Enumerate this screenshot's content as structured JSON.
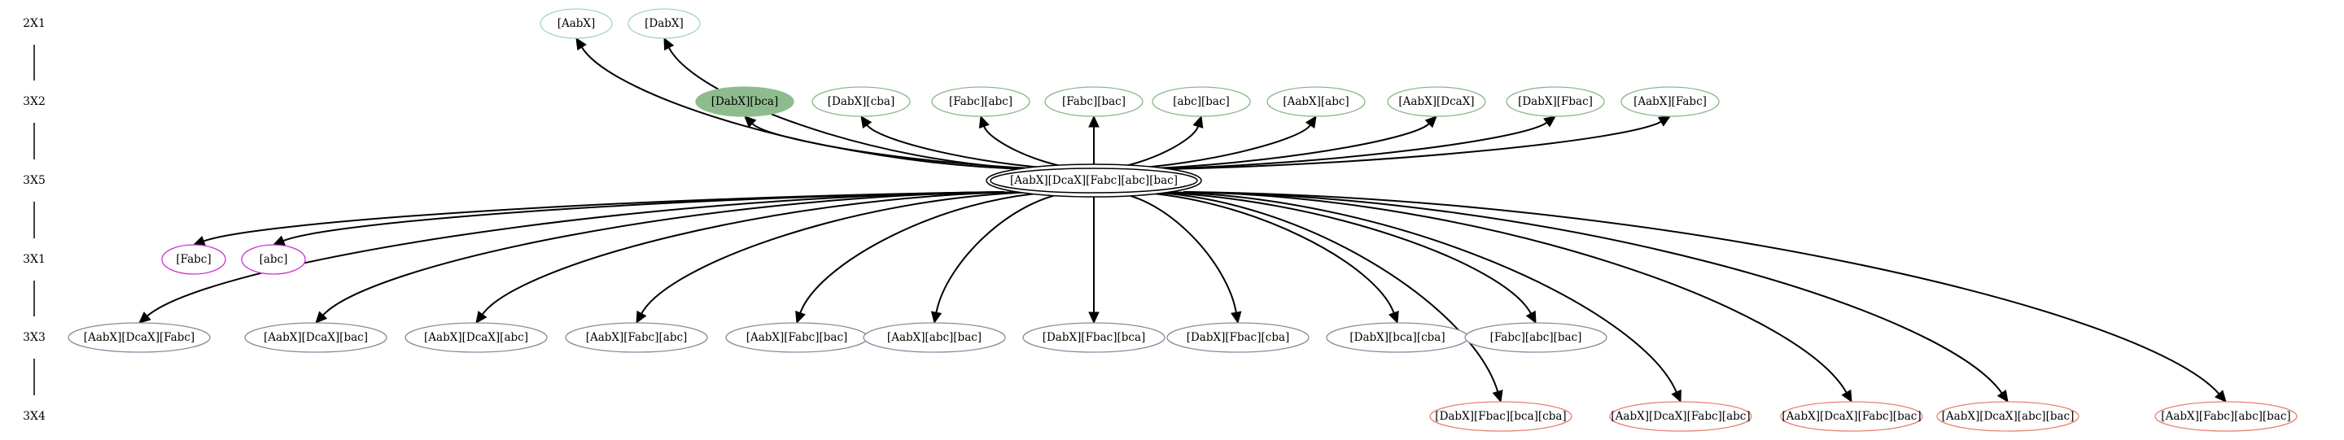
{
  "colors": {
    "rank2X1": "#9fd4d0",
    "rank3X2": "#8ab98a",
    "rank3X2_fill": "#8fbc8f",
    "rank3X1": "#cc33cc",
    "rank3X3": "#8a8aa0",
    "rank3X4": "#e8826e",
    "center": "#000000"
  },
  "rank_labels": [
    "2X1",
    "3X2",
    "3X5",
    "3X1",
    "3X3",
    "3X4"
  ],
  "center": {
    "id": "center",
    "label": "[AabX][DcaX][Fabc][abc][bac]"
  },
  "ranks": [
    {
      "rank": "2X1",
      "color_key": "rank2X1",
      "nodes": [
        {
          "id": "n2x1_0",
          "label": "[AabX]"
        },
        {
          "id": "n2x1_1",
          "label": "[DabX]"
        }
      ]
    },
    {
      "rank": "3X2",
      "color_key": "rank3X2",
      "nodes": [
        {
          "id": "n3x2_0",
          "label": "[DabX][bca]",
          "filled": true
        },
        {
          "id": "n3x2_1",
          "label": "[DabX][cba]"
        },
        {
          "id": "n3x2_2",
          "label": "[Fabc][abc]"
        },
        {
          "id": "n3x2_3",
          "label": "[Fabc][bac]"
        },
        {
          "id": "n3x2_4",
          "label": "[abc][bac]"
        },
        {
          "id": "n3x2_5",
          "label": "[AabX][abc]"
        },
        {
          "id": "n3x2_6",
          "label": "[AabX][DcaX]"
        },
        {
          "id": "n3x2_7",
          "label": "[DabX][Fbac]"
        },
        {
          "id": "n3x2_8",
          "label": "[AabX][Fabc]"
        }
      ]
    },
    {
      "rank": "3X1",
      "color_key": "rank3X1",
      "nodes": [
        {
          "id": "n3x1_0",
          "label": "[Fabc]"
        },
        {
          "id": "n3x1_1",
          "label": "[abc]"
        }
      ]
    },
    {
      "rank": "3X3",
      "color_key": "rank3X3",
      "nodes": [
        {
          "id": "n3x3_0",
          "label": "[AabX][DcaX][Fabc]"
        },
        {
          "id": "n3x3_1",
          "label": "[AabX][DcaX][bac]"
        },
        {
          "id": "n3x3_2",
          "label": "[AabX][DcaX][abc]"
        },
        {
          "id": "n3x3_3",
          "label": "[AabX][Fabc][abc]"
        },
        {
          "id": "n3x3_4",
          "label": "[AabX][Fabc][bac]"
        },
        {
          "id": "n3x3_5",
          "label": "[AabX][abc][bac]"
        },
        {
          "id": "n3x3_6",
          "label": "[DabX][Fbac][bca]"
        },
        {
          "id": "n3x3_7",
          "label": "[DabX][Fbac][cba]"
        },
        {
          "id": "n3x3_8",
          "label": "[DabX][bca][cba]"
        },
        {
          "id": "n3x3_9",
          "label": "[Fabc][abc][bac]"
        }
      ]
    },
    {
      "rank": "3X4",
      "color_key": "rank3X4",
      "nodes": [
        {
          "id": "n3x4_0",
          "label": "[DabX][Fbac][bca][cba]"
        },
        {
          "id": "n3x4_1",
          "label": "[AabX][DcaX][Fabc][abc]"
        },
        {
          "id": "n3x4_2",
          "label": "[AabX][DcaX][Fabc][bac]"
        },
        {
          "id": "n3x4_3",
          "label": "[AabX][DcaX][abc][bac]"
        },
        {
          "id": "n3x4_4",
          "label": "[AabX][Fabc][abc][bac]"
        }
      ]
    }
  ]
}
